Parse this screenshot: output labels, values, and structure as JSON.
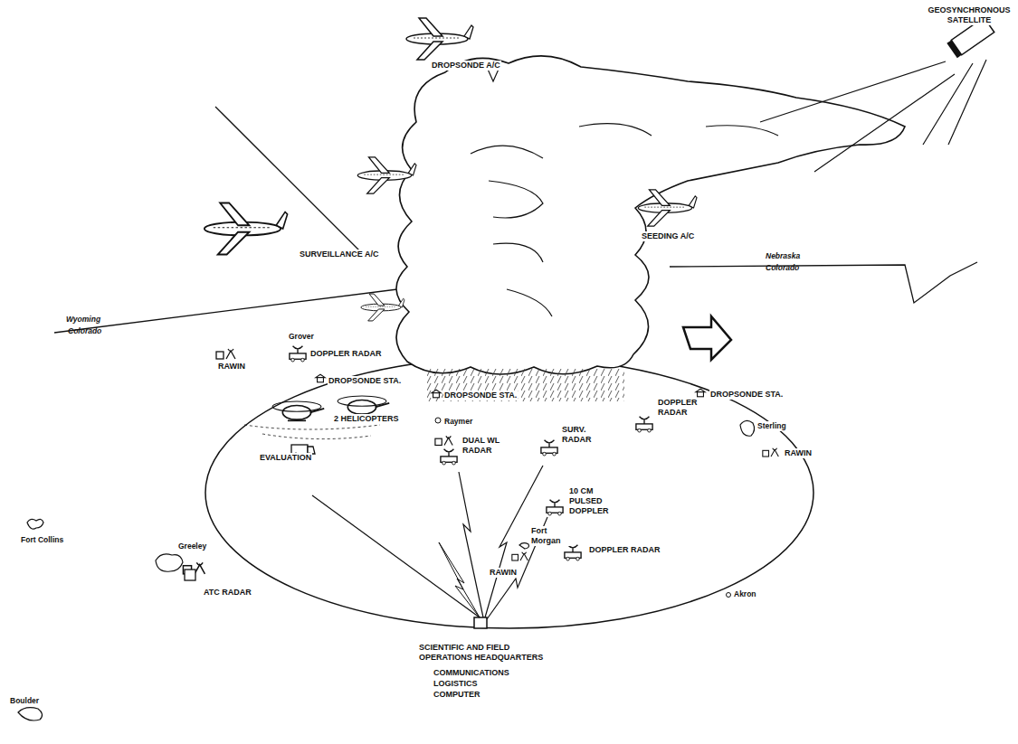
{
  "diagram": {
    "labels": [
      "GEOSYNCHRONOUS SATELLITE",
      "DROPSONDE A/C",
      "SEEDING A/C",
      "SURVEILLANCE A/C",
      "Nebraska",
      "Colorado",
      "Wyoming",
      "Colorado",
      "Grover",
      "RAWIN",
      "DOPPLER RADAR",
      "DROPSONDE STA.",
      "2 HELICOPTERS",
      "DROPSONDE STA.",
      "DROPSONDE STA.",
      "DOPPLER RADAR",
      "Raymer",
      "EVALUATION",
      "DUAL WL RADAR",
      "SURV. RADAR",
      "Sterling",
      "RAWIN",
      "10 CM PULSED DOPPLER",
      "Fort Collins",
      "Greeley",
      "Fort Morgan",
      "DOPPLER RADAR",
      "ATC RADAR",
      "RAWIN",
      "SCIENTIFIC AND FIELD OPERATIONS HEADQUARTERS",
      "COMMUNICATIONS",
      "LOGISTICS",
      "COMPUTER",
      "Akron",
      "Boulder"
    ]
  }
}
